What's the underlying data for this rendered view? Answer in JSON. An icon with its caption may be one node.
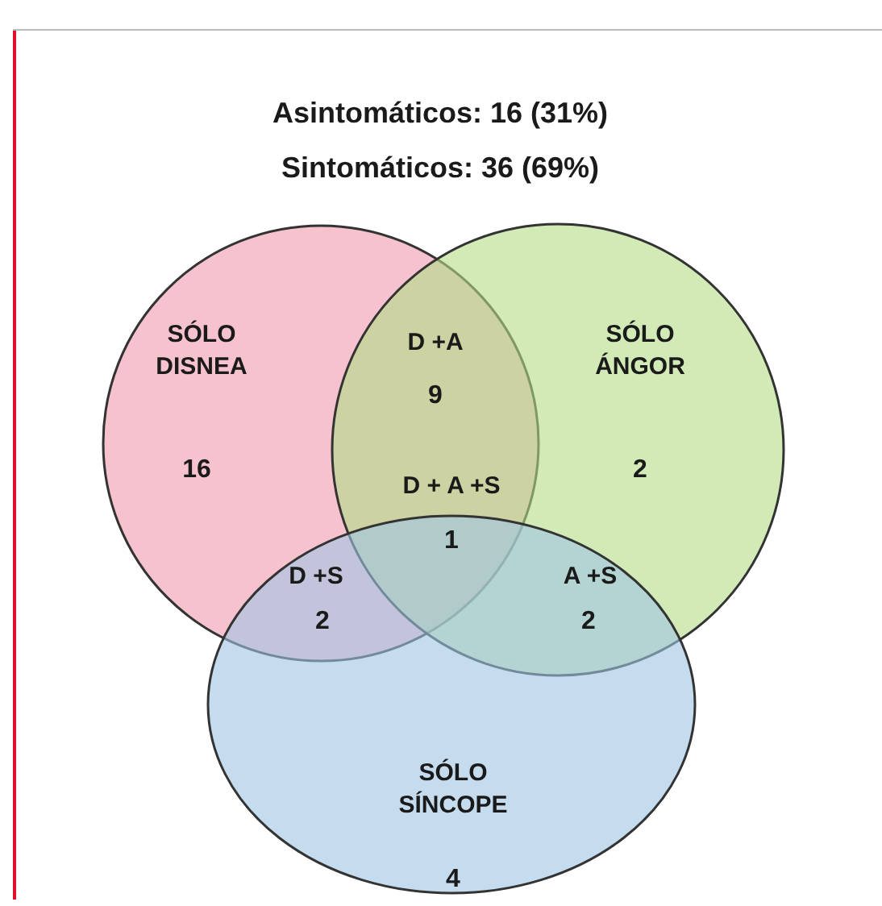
{
  "diagram": {
    "title": "Asintomáticos: 16 (31%)",
    "nodes": [
      {
        "text": [
          "SÓLO DISNEA",
          "16"
        ]
      },
      {
        "text": [
          "SÓLO ÁNGOR",
          "2"
        ]
      },
      {
        "text": [
          "SÓLO SÍNCOPE",
          "4"
        ]
      }
    ],
    "labels": [
      "Sintomáticos: 36 (69%)",
      "D +A",
      "9",
      "D + A +S",
      "1",
      "D +S",
      "2",
      "A +S",
      "2"
    ]
  }
}
